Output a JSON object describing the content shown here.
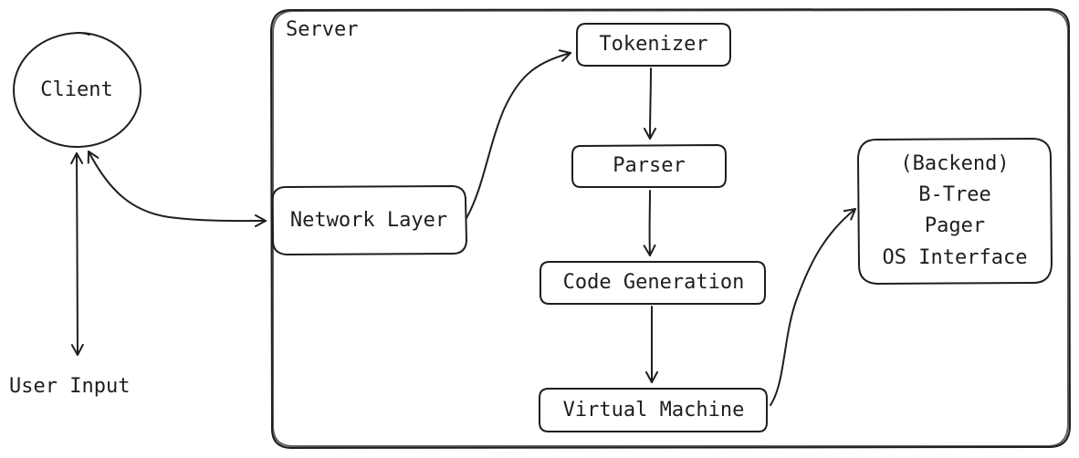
{
  "diagram": {
    "server_label": "Server",
    "client_label": "Client",
    "user_input_label": "User Input",
    "network_layer_label": "Network Layer",
    "tokenizer_label": "Tokenizer",
    "parser_label": "Parser",
    "code_generation_label": "Code Generation",
    "virtual_machine_label": "Virtual Machine",
    "backend_lines": [
      "(Backend)",
      "B-Tree",
      "Pager",
      "OS Interface"
    ]
  },
  "colors": {
    "stroke": "#1e1e1e",
    "background": "#ffffff"
  }
}
